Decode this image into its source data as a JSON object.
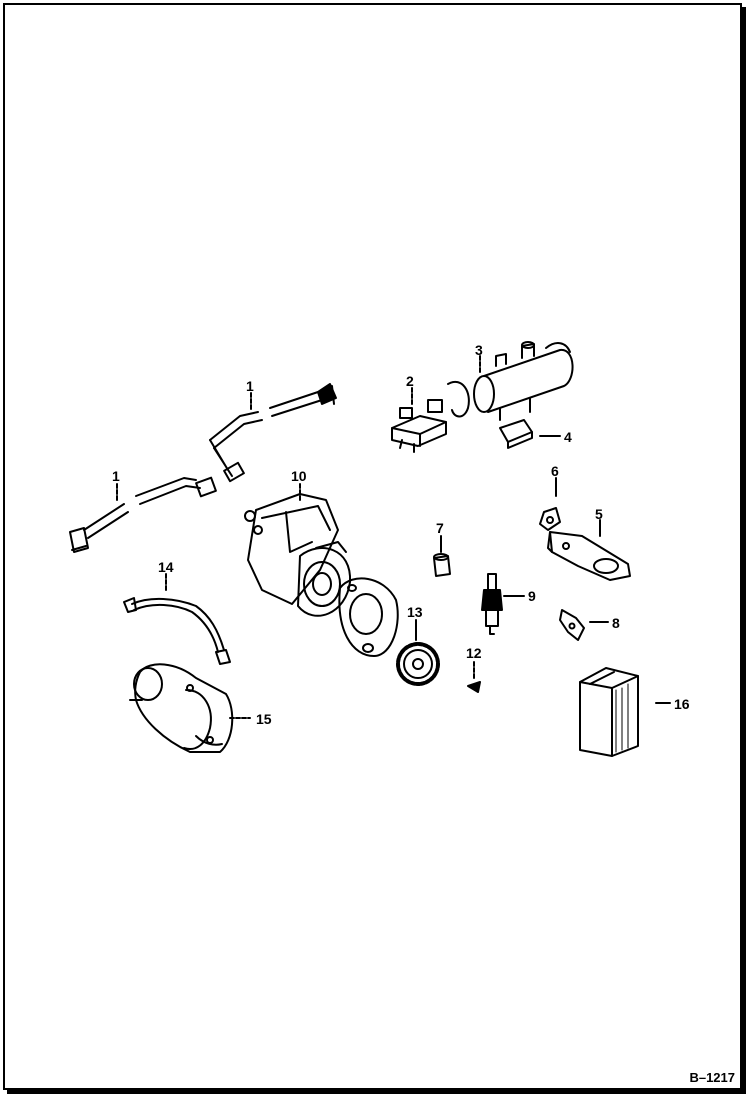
{
  "figure_id": "B–1217",
  "callouts": {
    "c1a": "1",
    "c1b": "1",
    "c2": "2",
    "c3": "3",
    "c4": "4",
    "c5": "5",
    "c6": "6",
    "c7": "7",
    "c8": "8",
    "c9": "9",
    "c10": "10",
    "c12": "12",
    "c13": "13",
    "c14": "14",
    "c15": "15",
    "c16": "16"
  },
  "parts": [
    "spark-plug-wire-upper",
    "spark-plug-wire-lower",
    "ignition-switch",
    "ignition-coil",
    "coil-mounting-plate",
    "mounting-bracket",
    "clip",
    "spark-plug-boot",
    "cable-clamp",
    "spark-plug",
    "magneto",
    "woodruff-key",
    "drive-gear",
    "ground-cable",
    "starter-motor",
    "battery"
  ],
  "colors": {
    "line": "#000000",
    "background": "#ffffff"
  }
}
